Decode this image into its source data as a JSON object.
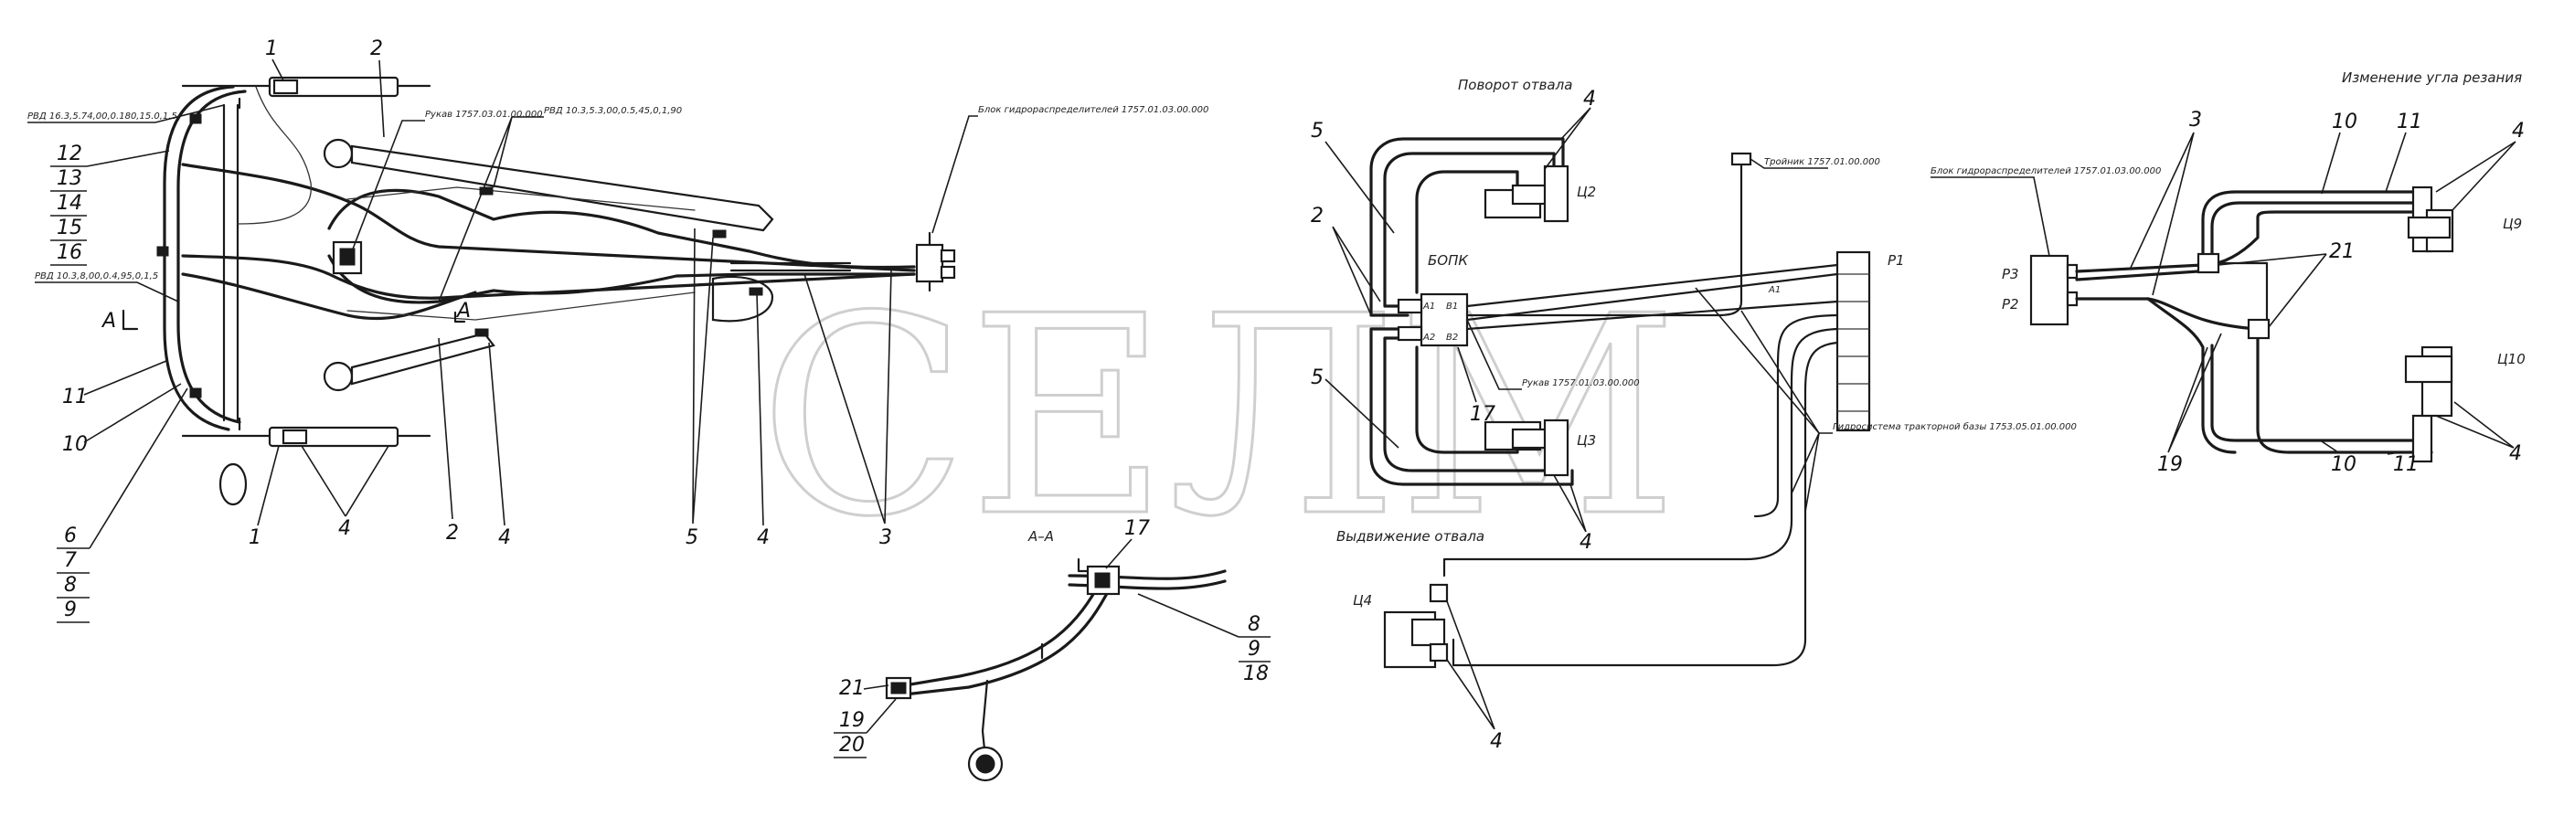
{
  "watermark": "СЕЛМ",
  "view1": {
    "labels": {
      "hose_top_left": "РВД 16.3,5.74,00,0.180,15.0,1,5",
      "hose_mid_left": "РВД 10.3,8,00,0.4,95,0,1,5",
      "handle": "Рукав 1757.03.01.00.000",
      "hose_top_mid": "РВД 10.3,5.3,00,0.5,45,0,1,90",
      "block": "Блок гидрораспределителей 1757.01.03.00.000",
      "section_mark": "А"
    },
    "positions": {
      "p1_top": "1",
      "p2_top": "2",
      "p12": "12",
      "p13": "13",
      "p14": "14",
      "p15": "15",
      "p16": "16",
      "p11": "11",
      "p10": "10",
      "p6": "6",
      "p7": "7",
      "p8": "8",
      "p9": "9",
      "p1_bottom": "1",
      "p4_a": "4",
      "p2_bottom": "2",
      "p4_b": "4",
      "p5": "5",
      "p4_c": "4",
      "p3": "3"
    }
  },
  "view2": {
    "title_top": "Поворот отвала",
    "title_bottom": "Выдвижение отвала",
    "bopk": "БОПК",
    "labels": {
      "tee": "Тройник 1757.01.00.000",
      "handle": "Рукав 1757.01.03.00.000",
      "hydro": "Гидросистема тракторной базы 1753.05.01.00.000",
      "p_inlet": "Р1",
      "c2": "Ц2",
      "c3": "Ц3",
      "c4": "Ц4",
      "port_a1": "А1",
      "port_b1": "В1",
      "port_a2": "А2",
      "port_b2": "В2"
    },
    "positions": {
      "p4_top": "4",
      "p5_top": "5",
      "p2": "2",
      "p5_bottom": "5",
      "p17": "17",
      "p4_mid": "4",
      "p4_bottom": "4"
    }
  },
  "section_aa": {
    "title": "А–А",
    "positions": {
      "p17": "17",
      "p8": "8",
      "p9": "9",
      "p18": "18",
      "p21": "21",
      "p19": "19",
      "p20": "20"
    }
  },
  "view3": {
    "title": "Изменение угла резания",
    "labels": {
      "block": "Блок гидрораспределителей 1757.01.03.00.000",
      "p3": "Р3",
      "p2": "Р2",
      "c9": "Ц9",
      "c10": "Ц10"
    },
    "positions": {
      "p3": "3",
      "p10_top": "10",
      "p11_top": "11",
      "p4_top": "4",
      "p21": "21",
      "p19": "19",
      "p10_bottom": "10",
      "p11_bottom": "11",
      "p4_bottom": "4"
    }
  }
}
